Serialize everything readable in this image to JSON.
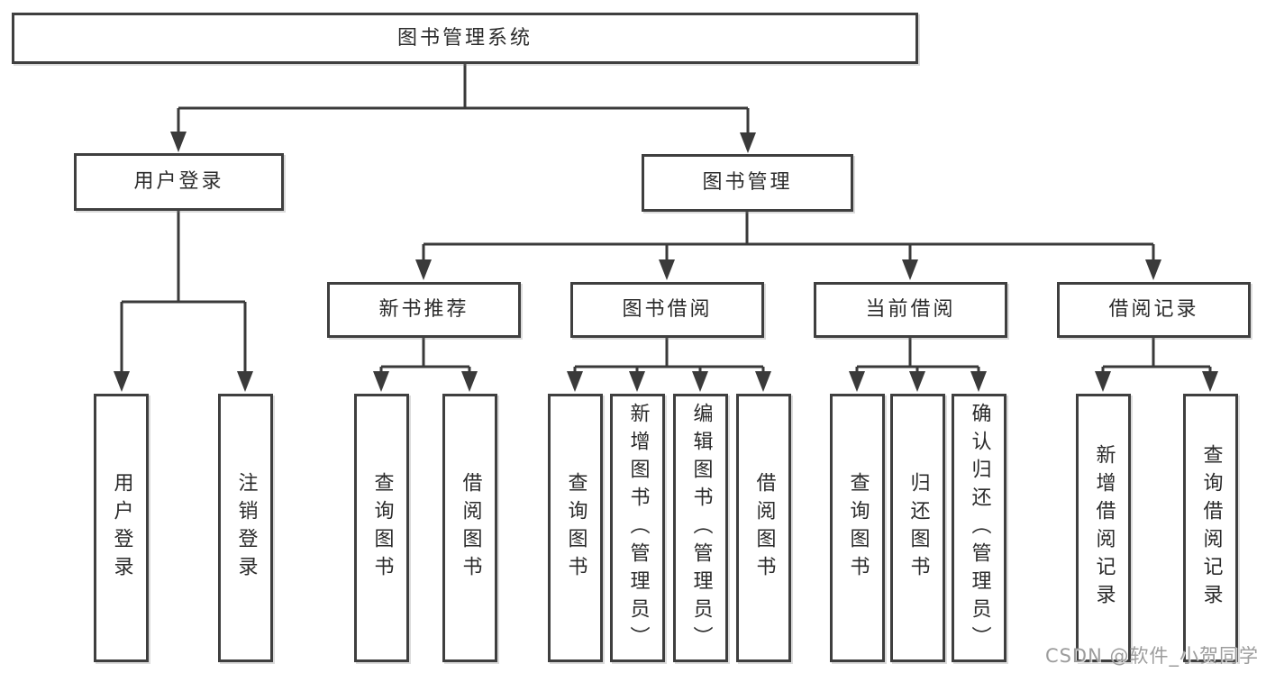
{
  "colors": {
    "border": "#3f3f3f",
    "line": "#3a3a3a",
    "text": "#2b2b2b",
    "watermark": "#9c9c9c",
    "background": "#ffffff"
  },
  "watermark": {
    "text": "CSDN @软件_小贺同学"
  },
  "nodes": {
    "root": {
      "label": "图书管理系统"
    },
    "user_login": {
      "label": "用户登录"
    },
    "book_management": {
      "label": "图书管理"
    },
    "new_book_recommend": {
      "label": "新书推荐"
    },
    "book_borrow": {
      "label": "图书借阅"
    },
    "current_borrow": {
      "label": "当前借阅"
    },
    "borrow_records": {
      "label": "借阅记录"
    },
    "leaf_user_login": {
      "label": "用户登录"
    },
    "leaf_logout": {
      "label": "注销登录"
    },
    "leaf_query_book_recommend": {
      "label": "查询图书"
    },
    "leaf_borrow_book_recommend": {
      "label": "借阅图书"
    },
    "leaf_query_book_borrow": {
      "label": "查询图书"
    },
    "leaf_add_book_admin": {
      "label": "新增图书（管理员）"
    },
    "leaf_edit_book_admin": {
      "label": "编辑图书（管理员）"
    },
    "leaf_borrow_book_borrow": {
      "label": "借阅图书"
    },
    "leaf_query_book_current": {
      "label": "查询图书"
    },
    "leaf_return_book": {
      "label": "归还图书"
    },
    "leaf_confirm_return_admin": {
      "label": "确认归还（管理员）"
    },
    "leaf_add_borrow_record": {
      "label": "新增借阅记录"
    },
    "leaf_query_borrow_record": {
      "label": "查询借阅记录"
    }
  }
}
